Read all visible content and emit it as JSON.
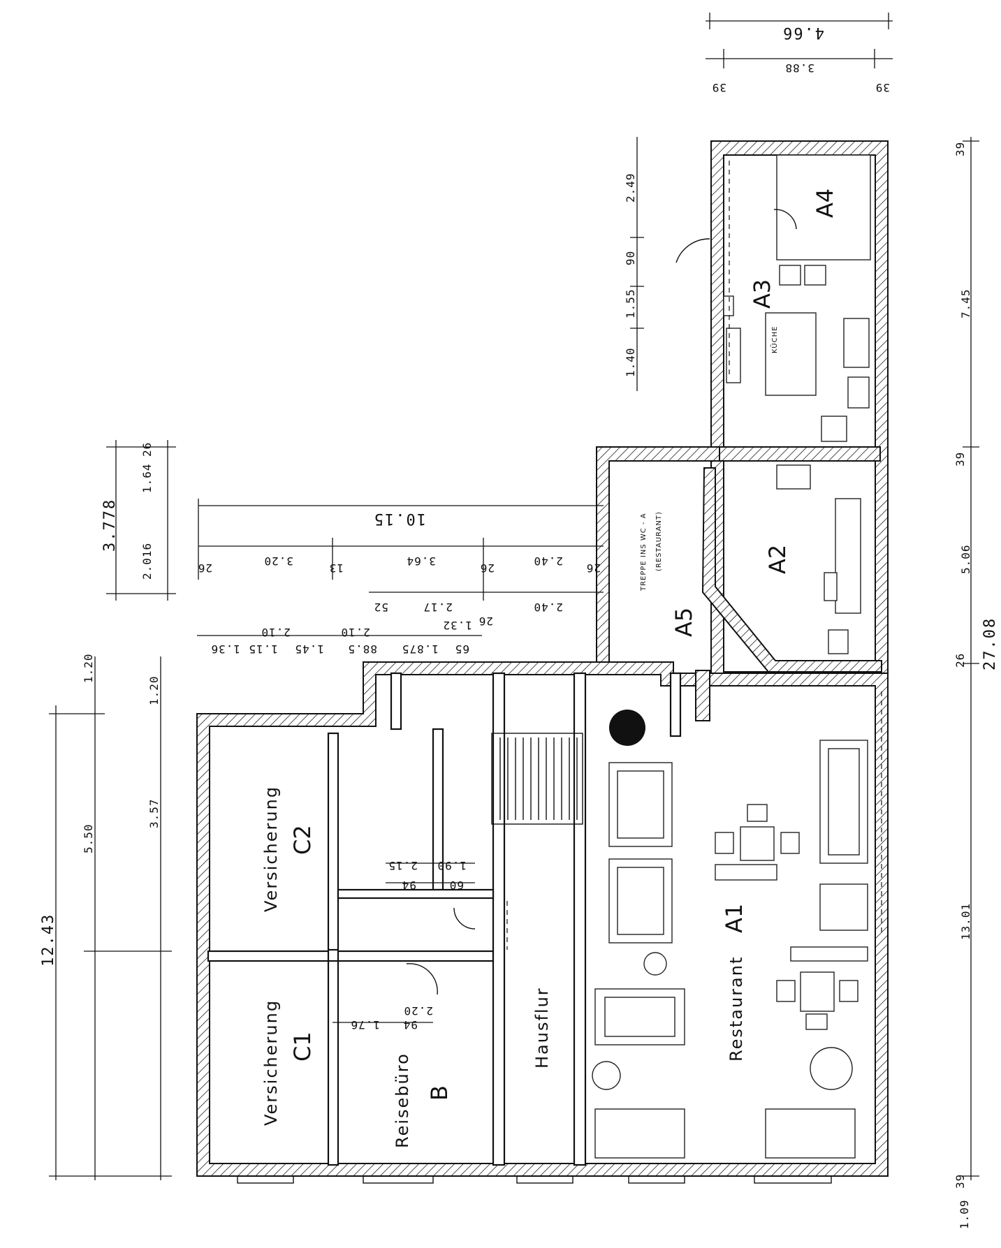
{
  "rooms": {
    "a1": {
      "name": "Restaurant",
      "id": "A1"
    },
    "a2": {
      "id": "A2"
    },
    "a3": {
      "id": "A3",
      "label": "KÜCHE"
    },
    "a4": {
      "id": "A4"
    },
    "a5": {
      "id": "A5",
      "note_line1": "TREPPE INS WC - A",
      "note_line2": "(RESTAURANT)"
    },
    "b": {
      "name": "Reisebüro",
      "id": "B"
    },
    "c1": {
      "name": "Versicherung",
      "id": "C1"
    },
    "c2": {
      "name": "Versicherung",
      "id": "C2"
    },
    "hall": {
      "name": "Hausflur"
    }
  },
  "dimensions": {
    "top_total": "4.66",
    "top_inner": "3.88",
    "top_left": "39",
    "top_right": "39",
    "right_total": "27.08",
    "right_segments": [
      "39",
      "7.45",
      "39",
      "5.06",
      "26",
      "13.01",
      "39"
    ],
    "a3_side": [
      "2.49",
      "90",
      "1.55",
      "1.40"
    ],
    "mid_total": "10.15",
    "mid_row1": [
      "26",
      "3.20",
      "13",
      "3.64",
      "26",
      "2.40",
      "26"
    ],
    "mid_row2": [
      "52",
      "2.17",
      "26",
      "2.40"
    ],
    "mid_row3": [
      "1.36",
      "1.15",
      "1.45",
      "88.5",
      "1.875",
      "65"
    ],
    "mid_row3_top": [
      "2.10",
      "2.10",
      "1.32"
    ],
    "left_small_total": "3.778",
    "left_small_segments": [
      "2.016",
      "1.64",
      "26"
    ],
    "left_total": "12.43",
    "left_segments": [
      "1.20",
      "5.50"
    ],
    "left_segments_b": [
      "1.20",
      "3.57"
    ],
    "c2_inner": [
      "2.15",
      "1.90",
      "94",
      "60"
    ],
    "b_inner": [
      "2.20",
      "1.76",
      "94"
    ],
    "stamp": "1.09"
  }
}
